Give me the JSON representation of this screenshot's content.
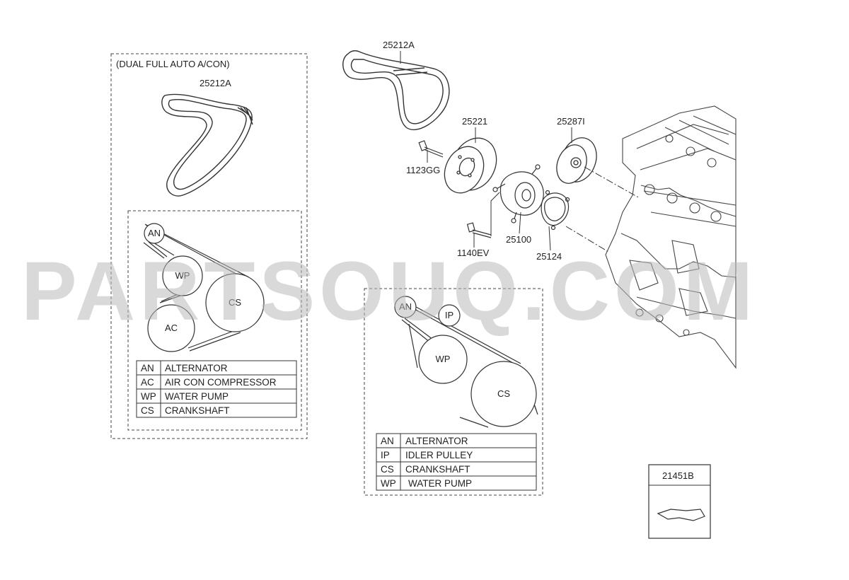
{
  "watermark": "PARTSOUQ.COM",
  "left_panel": {
    "title": "(DUAL FULL AUTO A/CON)",
    "belt_part": "25212A",
    "pulleys": {
      "an": "AN",
      "wp": "WP",
      "cs": "CS",
      "ac": "AC"
    },
    "legend": [
      {
        "code": "AN",
        "name": "ALTERNATOR"
      },
      {
        "code": "AC",
        "name": "AIR CON COMPRESSOR"
      },
      {
        "code": "WP",
        "name": "WATER PUMP"
      },
      {
        "code": "CS",
        "name": "CRANKSHAFT"
      }
    ]
  },
  "center_panel": {
    "pulleys": {
      "an": "AN",
      "ip": "IP",
      "wp": "WP",
      "cs": "CS"
    },
    "legend": [
      {
        "code": "AN",
        "name": "ALTERNATOR"
      },
      {
        "code": "IP",
        "name": "IDLER PULLEY"
      },
      {
        "code": "CS",
        "name": "CRANKSHAFT"
      },
      {
        "code": "WP",
        "name": "WATER PUMP"
      }
    ]
  },
  "parts": {
    "belt_top": "25212A",
    "pulley": "25221",
    "bolt_pulley": "1123GG",
    "idler": "25287I",
    "water_pump": "25100",
    "gasket": "25124",
    "bolt_pump": "1140EV"
  },
  "inset_box": {
    "part": "21451B"
  }
}
